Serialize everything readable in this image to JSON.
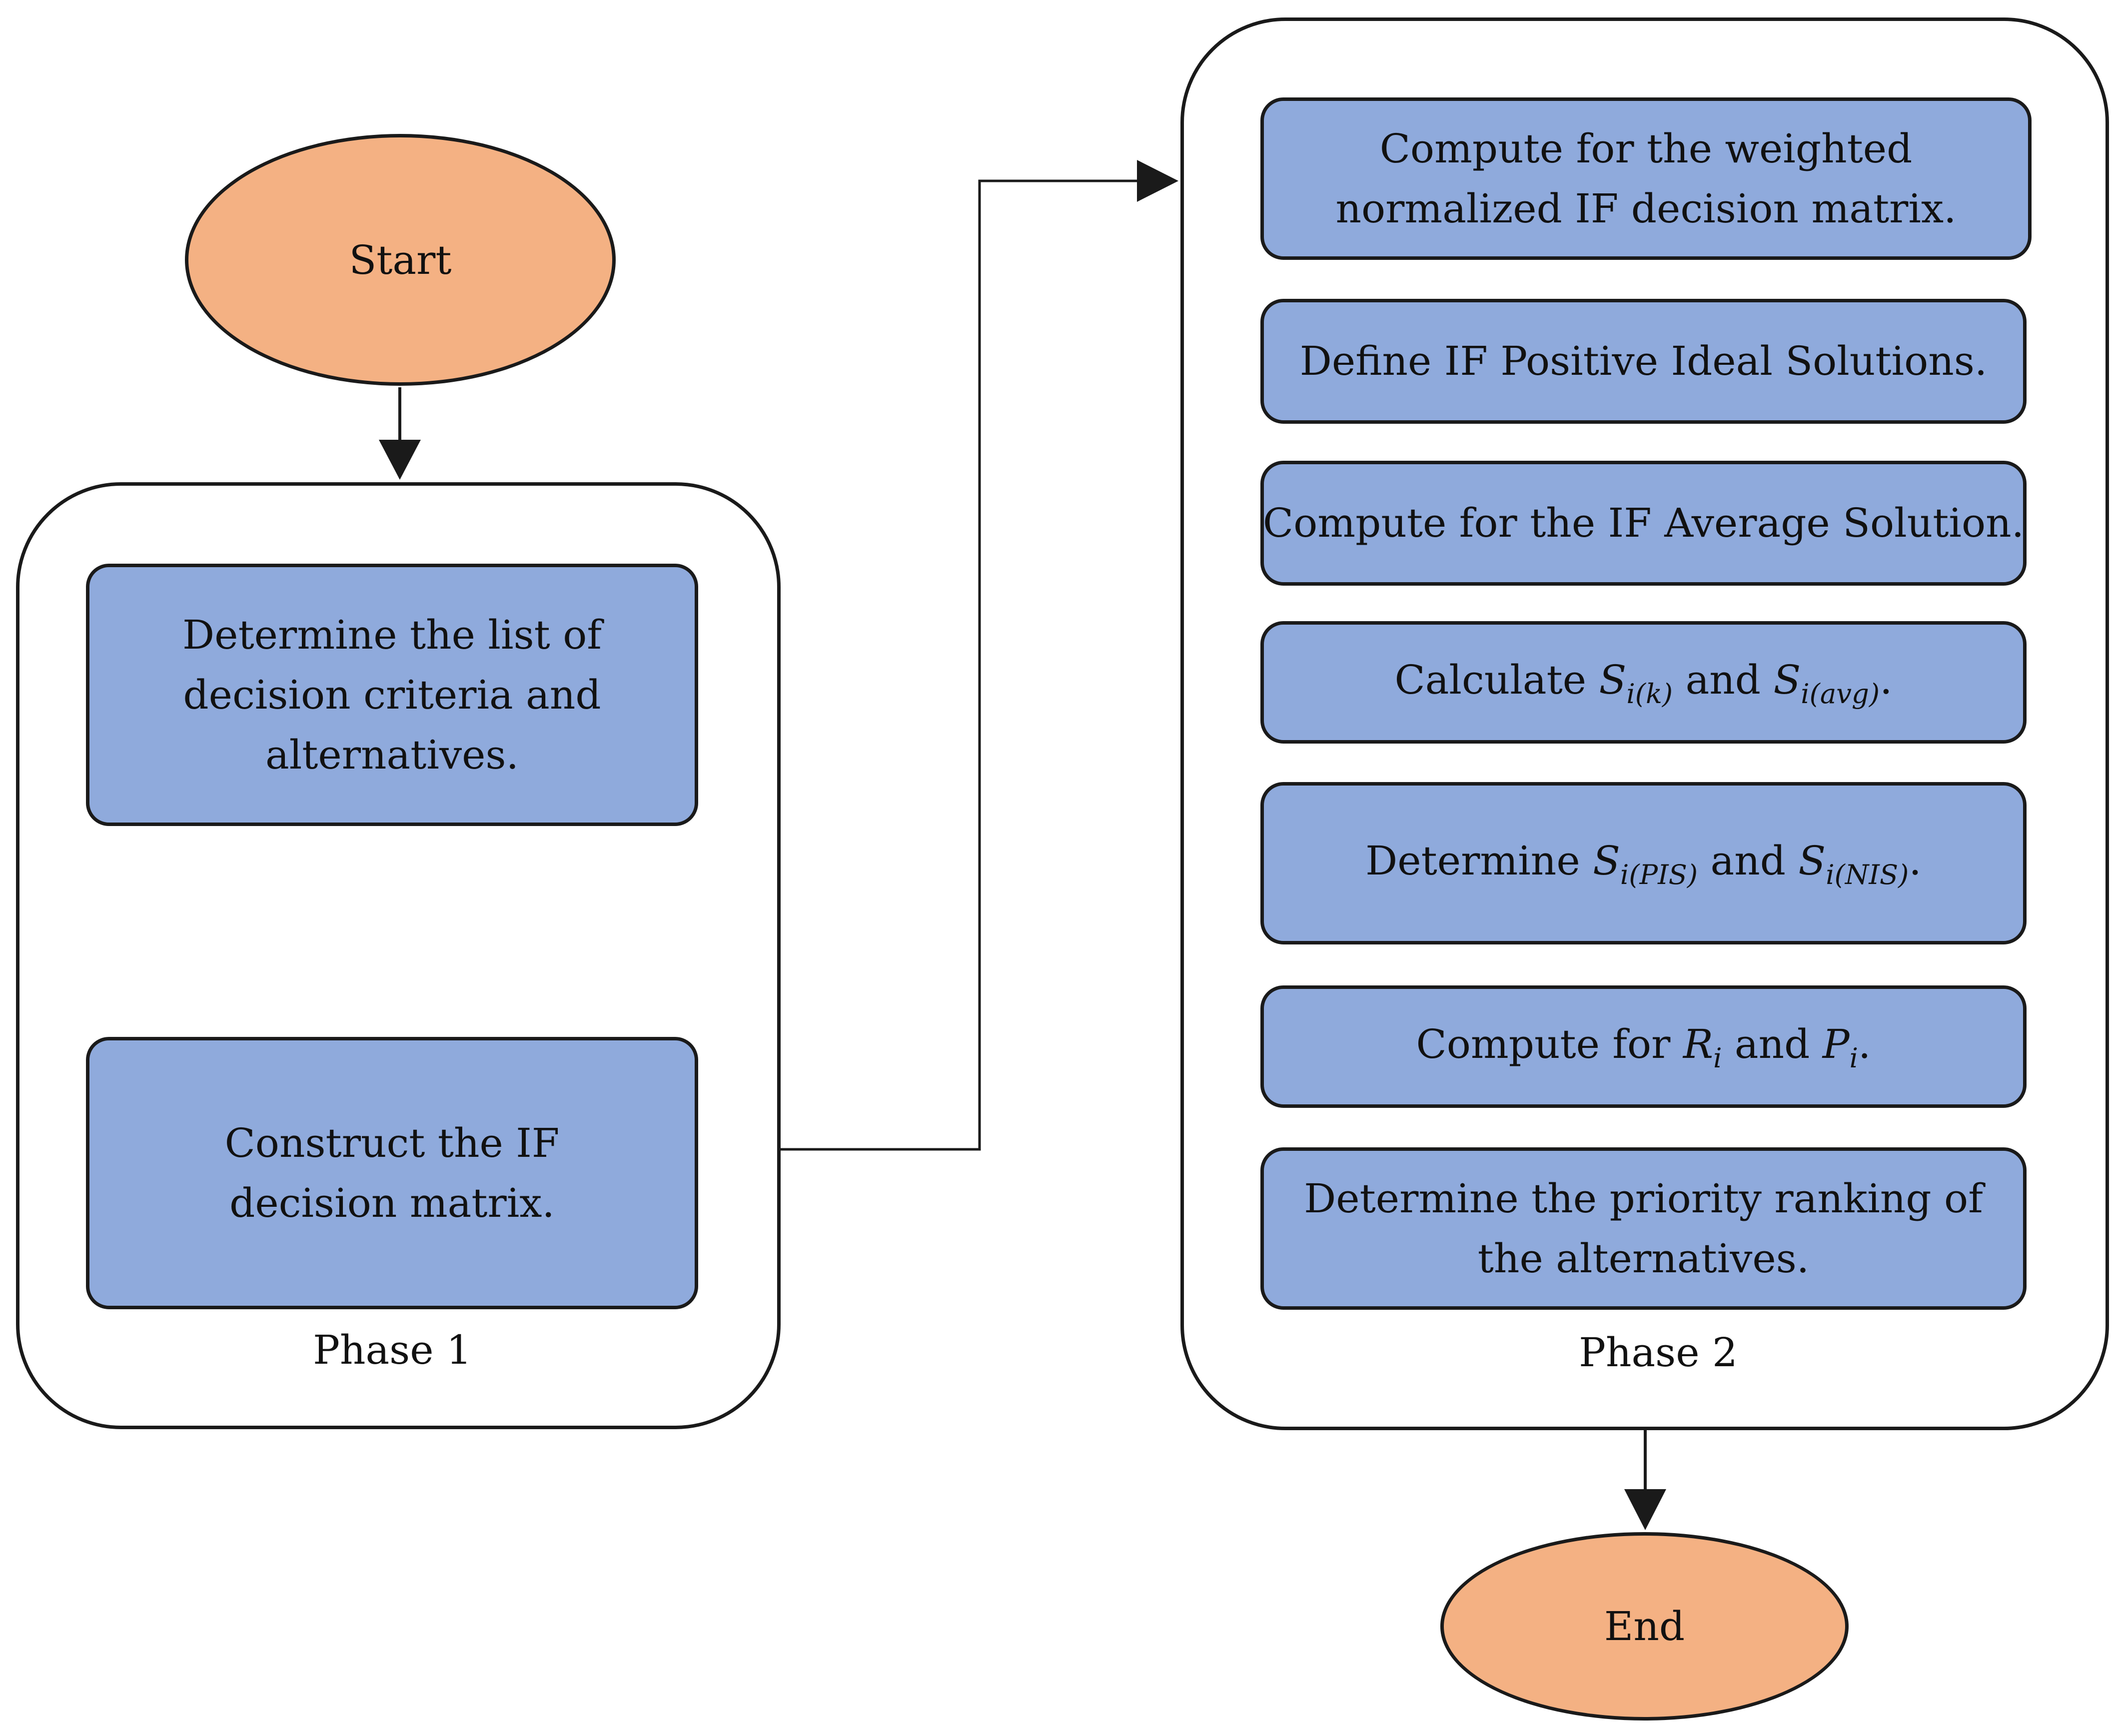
{
  "colors": {
    "terminal_fill": "#F4B183",
    "step_fill": "#8FAADC",
    "stroke": "#1A1A1A"
  },
  "start": {
    "label": "Start"
  },
  "end": {
    "label": "End"
  },
  "phase1": {
    "label": "Phase 1",
    "steps": [
      {
        "text": "Determine the list of decision criteria and alternatives."
      },
      {
        "text": "Construct the IF decision matrix."
      }
    ]
  },
  "phase2": {
    "label": "Phase 2",
    "steps": [
      {
        "text": "Compute for the weighted normalized IF decision matrix."
      },
      {
        "text": "Define IF Positive Ideal Solutions."
      },
      {
        "text": "Compute for the IF Average Solution."
      },
      {
        "prefix": "Calculate ",
        "sym1": "S",
        "sub1": "i(k)",
        "mid": " and ",
        "sym2": "S",
        "sub2": "i(avg)",
        "suffix": "."
      },
      {
        "prefix": "Determine ",
        "sym1": "S",
        "sub1": "i(PIS)",
        "mid": " and ",
        "sym2": "S",
        "sub2": "i(NIS)",
        "suffix": "."
      },
      {
        "prefix": "Compute for ",
        "sym1": "R",
        "sub1": "i",
        "mid": " and ",
        "sym2": "P",
        "sub2": "i",
        "suffix": "."
      },
      {
        "text": "Determine the priority ranking of the alternatives."
      }
    ]
  }
}
